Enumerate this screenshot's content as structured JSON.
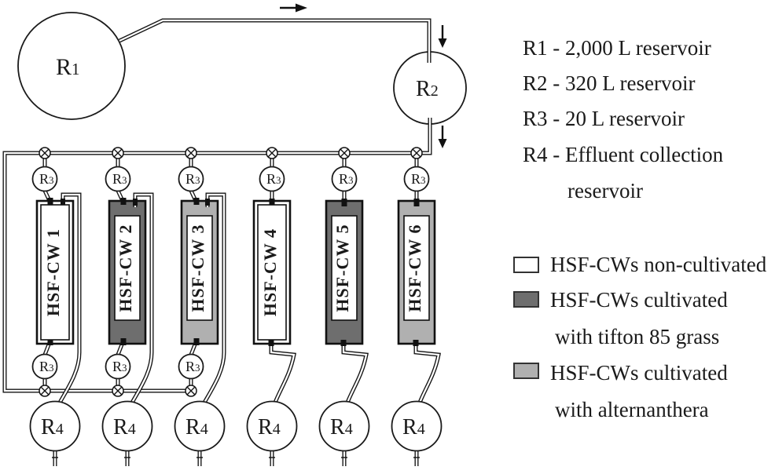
{
  "diagram": {
    "r1": {
      "letter": "R",
      "digit": "1"
    },
    "r2": {
      "letter": "R",
      "digit": "2"
    },
    "r3": {
      "letter": "R",
      "digit": "3"
    },
    "r4": {
      "letter": "R",
      "digit": "4"
    },
    "beds": [
      {
        "label": "HSF-CW 1",
        "fill": "#ffffff"
      },
      {
        "label": "HSF-CW 2",
        "fill": "#6e6e6e"
      },
      {
        "label": "HSF-CW 3",
        "fill": "#b0b0b0"
      },
      {
        "label": "HSF-CW 4",
        "fill": "#ffffff"
      },
      {
        "label": "HSF-CW 5",
        "fill": "#6e6e6e"
      },
      {
        "label": "HSF-CW 6",
        "fill": "#b0b0b0"
      }
    ],
    "line_color": "#141414"
  },
  "reservoir_legend": {
    "r1": "R1 - 2,000 L reservoir",
    "r2": "R2 - 320 L reservoir",
    "r3": "R3 - 20 L reservoir",
    "r4_line1": "R4 - Effluent collection",
    "r4_line2": "reservoir"
  },
  "bed_legend": {
    "items": [
      {
        "swatch": "#ffffff",
        "line1": "HSF-CWs non-cultivated",
        "line2": ""
      },
      {
        "swatch": "#6e6e6e",
        "line1": "HSF-CWs cultivated",
        "line2": "with tifton 85 grass"
      },
      {
        "swatch": "#b0b0b0",
        "line1": "HSF-CWs cultivated",
        "line2": "with alternanthera"
      }
    ]
  }
}
